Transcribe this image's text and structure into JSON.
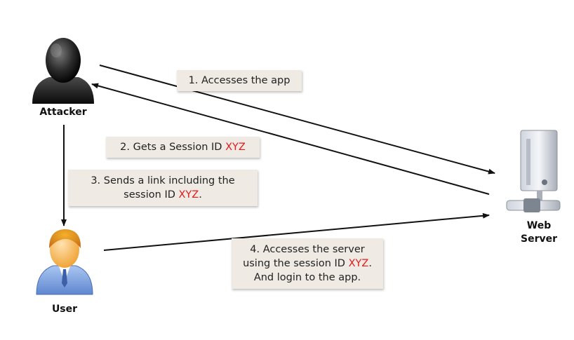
{
  "actors": {
    "attacker": "Attacker",
    "user": "User",
    "server_line1": "Web",
    "server_line2": "Server"
  },
  "steps": [
    {
      "text": "1. Accesses the app"
    },
    {
      "text": "2. Gets a Session ID ",
      "highlight": "XYZ"
    },
    {
      "line1": "3. Sends a link including the",
      "line2_pre": "session ID ",
      "highlight": "XYZ",
      "line2_post": "."
    },
    {
      "line1": "4. Accesses the server",
      "line2_pre": "using the session ID ",
      "highlight": "XYZ",
      "line2_post": ".",
      "line3": "And login to the app."
    }
  ],
  "colors": {
    "highlight": "#e41b1b",
    "box": "#efeae3",
    "arrow": "#111111"
  }
}
